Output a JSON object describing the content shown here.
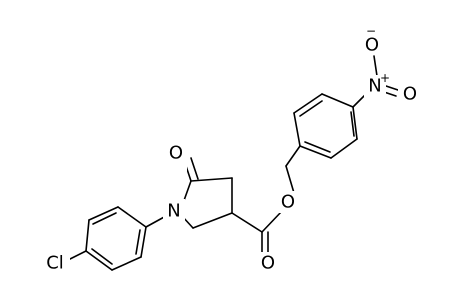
{
  "diagram": {
    "atoms": {
      "oxo_oxygen": "O",
      "ring_nitrogen": "N",
      "chlorine": "Cl",
      "ester_oxygen": "O",
      "carbonyl_oxygen": "O",
      "nitro_nitrogen": "N",
      "nitro_oxygen_charged": "O",
      "nitro_oxygen_double": "O",
      "nitrogen_charge": "+",
      "oxygen_charge": "−"
    }
  }
}
